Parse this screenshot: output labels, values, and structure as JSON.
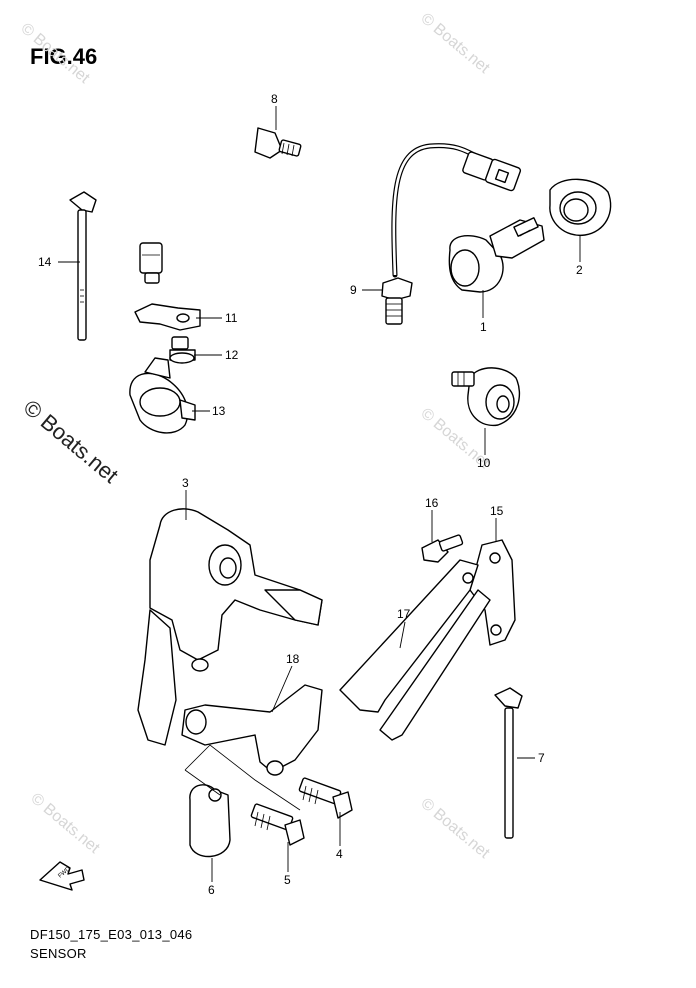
{
  "figure": {
    "title": "FIG.46",
    "code": "DF150_175_E03_013_046",
    "name": "SENSOR"
  },
  "watermark": {
    "text": "© Boats.net",
    "color": "#d6d6d6"
  },
  "fwd_badge": "FWD",
  "callouts": {
    "c1": "1",
    "c2": "2",
    "c3": "3",
    "c4": "4",
    "c5": "5",
    "c6": "6",
    "c7": "7",
    "c8": "8",
    "c9": "9",
    "c10": "10",
    "c11": "11",
    "c12": "12",
    "c13": "13",
    "c14": "14",
    "c15": "15",
    "c16": "16",
    "c17": "17",
    "c18": "18"
  }
}
